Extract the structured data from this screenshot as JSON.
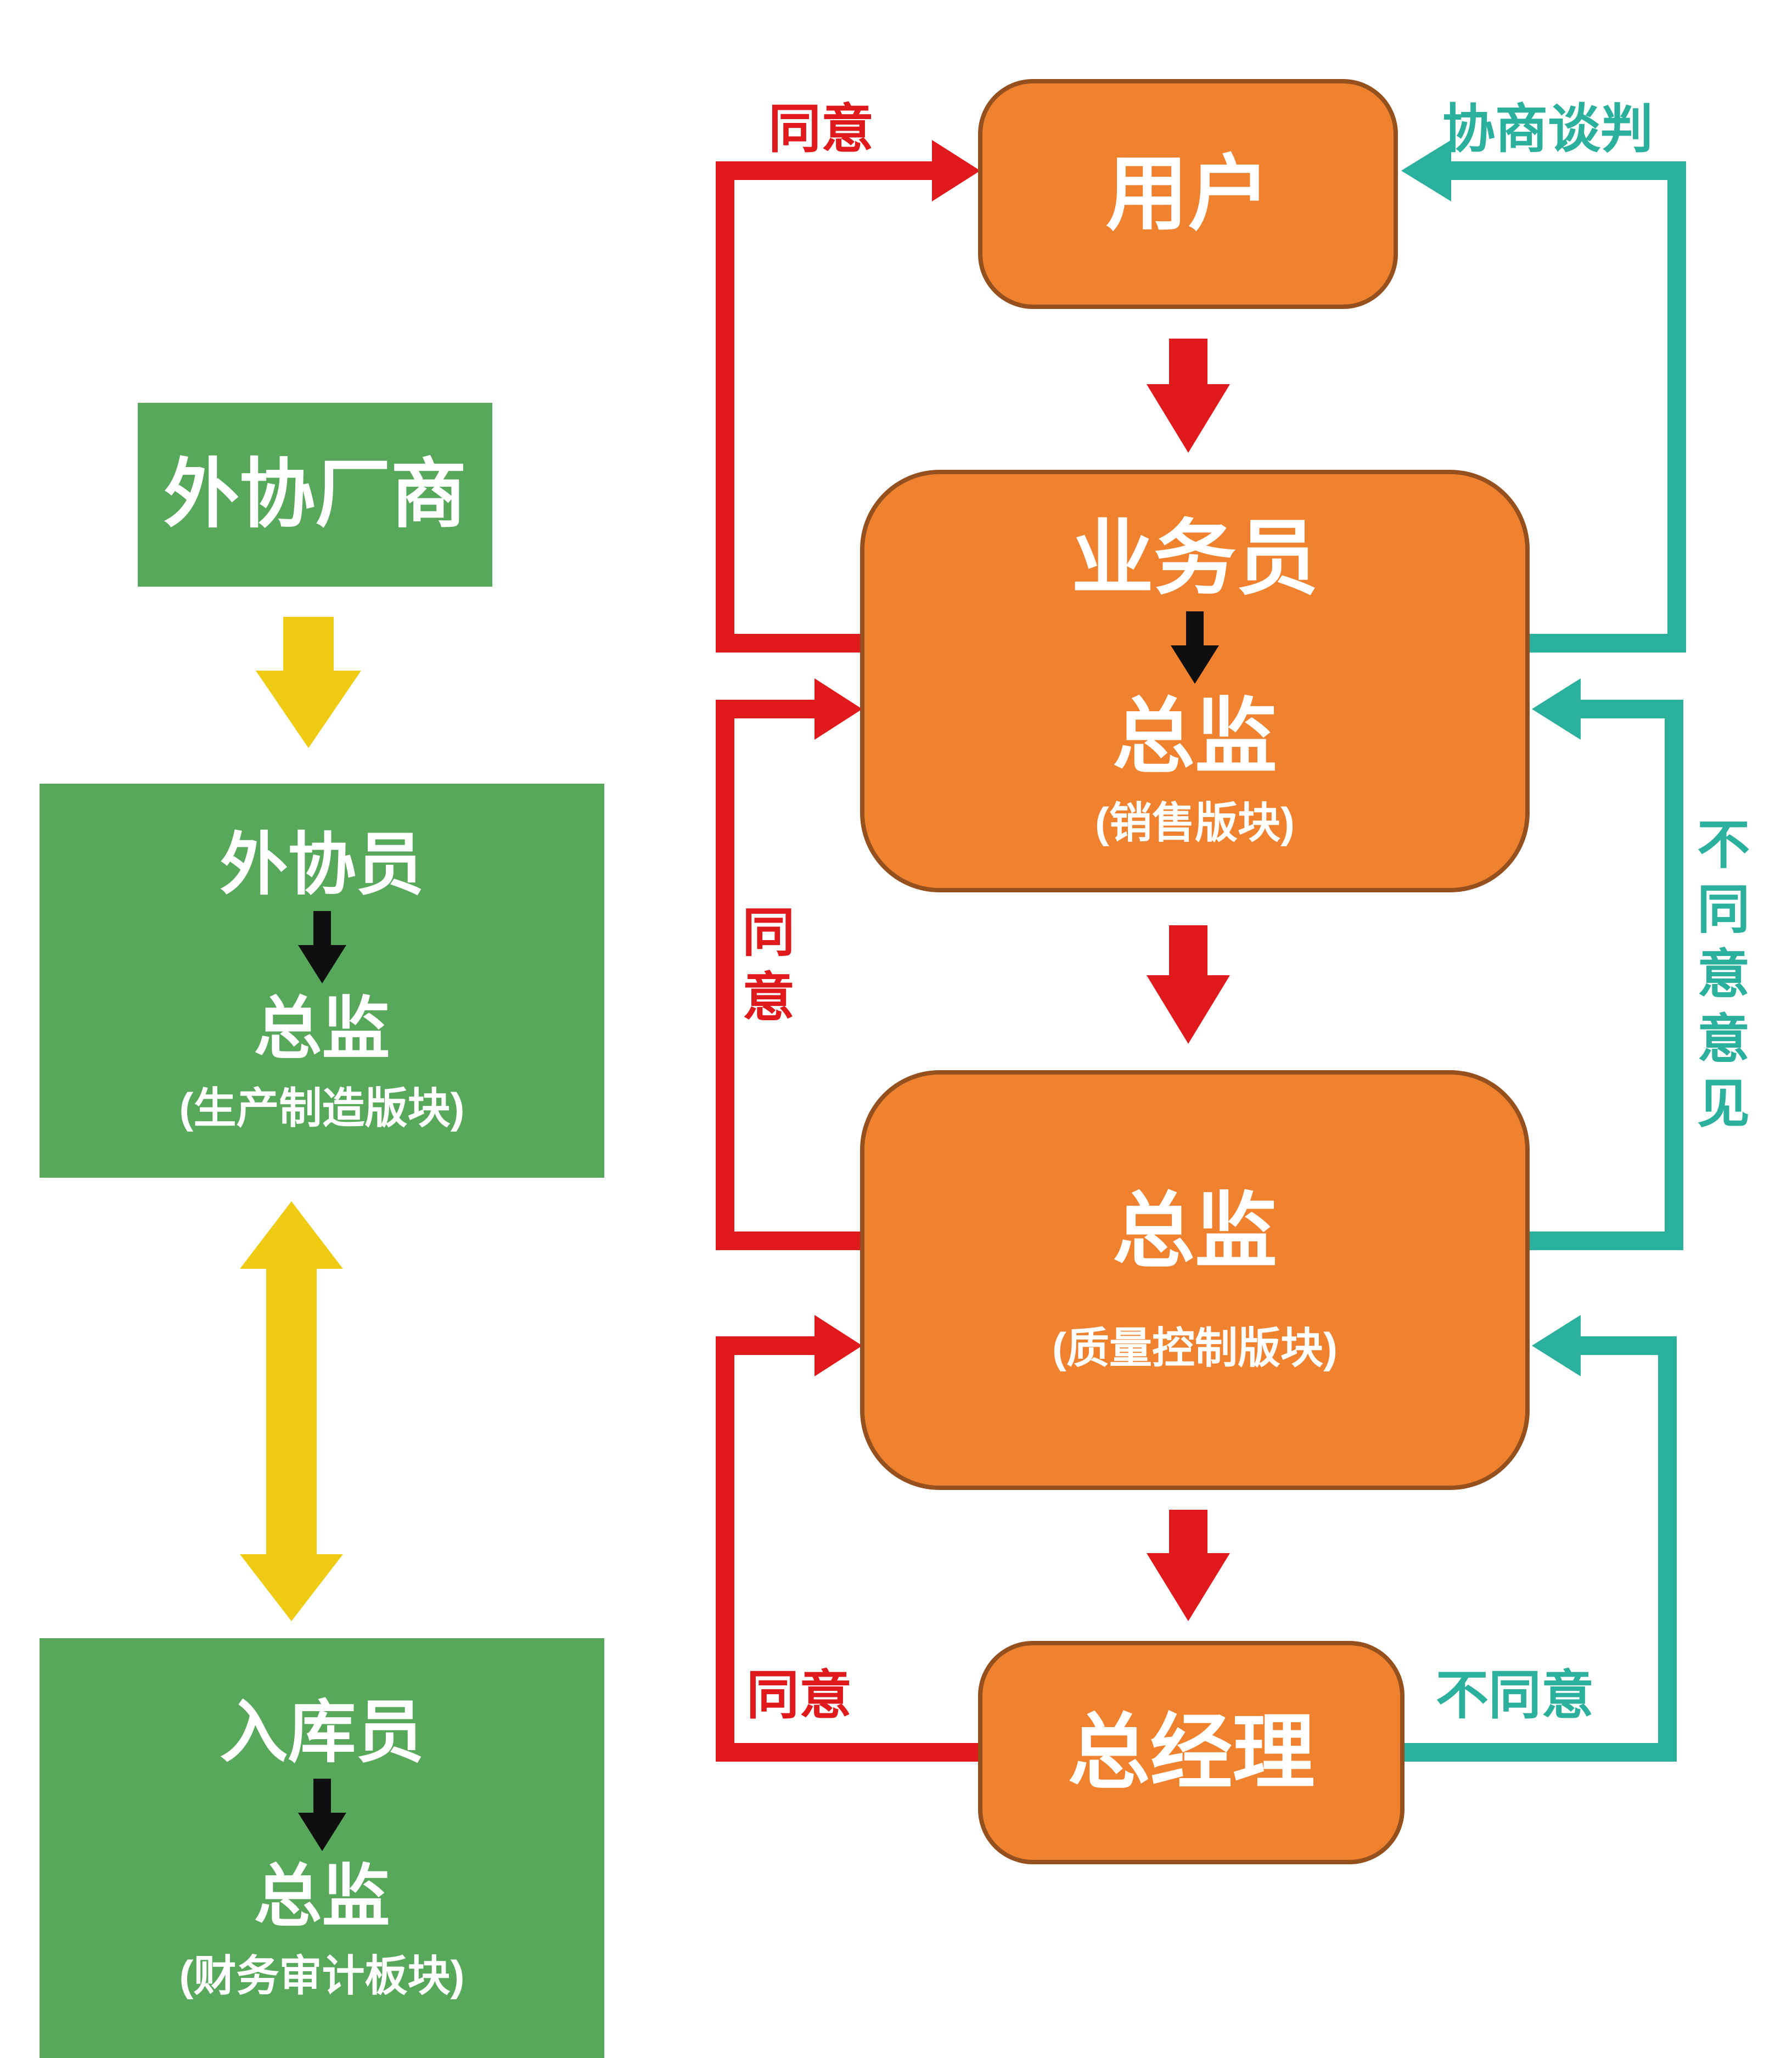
{
  "colors": {
    "green": "#57a85a",
    "orange": "#f0822f",
    "red": "#e0191d",
    "teal": "#2ab09d",
    "yellow": "#f0cb13",
    "black": "#0f0f0f",
    "white": "#ffffff"
  },
  "left_flow": {
    "vendor": {
      "title": "外协厂商"
    },
    "production": {
      "role": "外协员",
      "to": "总监",
      "dept": "(生产制造版块)"
    },
    "warehouse": {
      "role": "入库员",
      "to": "总监",
      "dept": "(财务审计板块)"
    }
  },
  "right_flow": {
    "user": {
      "title": "用户"
    },
    "sales": {
      "role": "业务员",
      "to": "总监",
      "dept": "(销售版块)"
    },
    "quality": {
      "title": "总监",
      "dept": "(质量控制版块)"
    },
    "gm": {
      "title": "总经理"
    }
  },
  "edge_labels": {
    "agree_top": "同意",
    "negotiate": "协商谈判",
    "agree_mid": "同意",
    "disagree_opinion": "不同意意见",
    "agree_bottom": "同意",
    "disagree_bottom": "不同意"
  }
}
